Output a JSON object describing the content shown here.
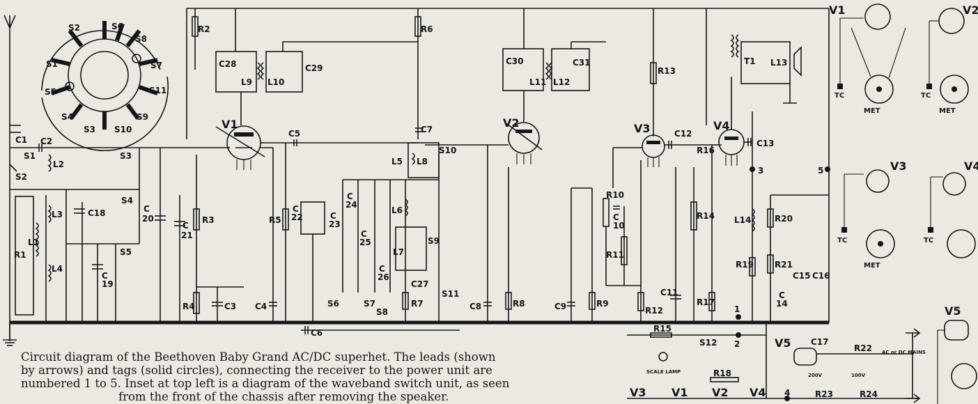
{
  "caption": {
    "line1": "Circuit diagram of the Beethoven Baby Grand AC/DC superhet.  The leads (shown",
    "line2": "by arrows) and tags (solid circles), connecting the receiver to the power unit are",
    "line3": "numbered 1 to 5.   Inset at top left is a diagram of the waveband switch unit, as seen",
    "line4": "from the front of the chassis after removing the speaker."
  },
  "switch_inset": {
    "labels": [
      "S2",
      "S6",
      "S8",
      "S1",
      "S7",
      "S5",
      "S11",
      "S4",
      "S3",
      "S10",
      "S9"
    ]
  },
  "components": {
    "resistors": [
      "R1",
      "R2",
      "R3",
      "R4",
      "R5",
      "R6",
      "R7",
      "R8",
      "R9",
      "R10",
      "R11",
      "R12",
      "R13",
      "R14",
      "R15",
      "R16",
      "R17",
      "R18",
      "R19",
      "R20",
      "R21",
      "R22",
      "R23",
      "R24"
    ],
    "capacitors": [
      "C1",
      "C2",
      "C3",
      "C4",
      "C5",
      "C6",
      "C7",
      "C8",
      "C9",
      "C10",
      "C11",
      "C12",
      "C13",
      "C14",
      "C15",
      "C16",
      "C17",
      "C18",
      "C19",
      "C20",
      "C21",
      "C22",
      "C23",
      "C24",
      "C25",
      "C26",
      "C27",
      "C28",
      "C29",
      "C30",
      "C31"
    ],
    "inductors": [
      "L1",
      "L2",
      "L3",
      "L4",
      "L5",
      "L6",
      "L7",
      "L8",
      "L9",
      "L10",
      "L11",
      "L12",
      "L13",
      "L14",
      "T1"
    ],
    "switches": [
      "S1",
      "S2",
      "S3",
      "S4",
      "S5",
      "S6",
      "S7",
      "S8",
      "S9",
      "S10",
      "S11",
      "S12"
    ],
    "valves": [
      "V1",
      "V2",
      "V3",
      "V4",
      "V5"
    ]
  },
  "tags": [
    "1",
    "2",
    "3",
    "4",
    "5"
  ],
  "power": {
    "scale_lamp": "SCALE LAMP",
    "mains": "AC or DC MAINS",
    "tap_200": "200V",
    "tap_100": "100V",
    "heater_chain": [
      "V3",
      "V1",
      "V2",
      "V4"
    ]
  },
  "base_views": {
    "tc": "TC",
    "met": "MET"
  }
}
